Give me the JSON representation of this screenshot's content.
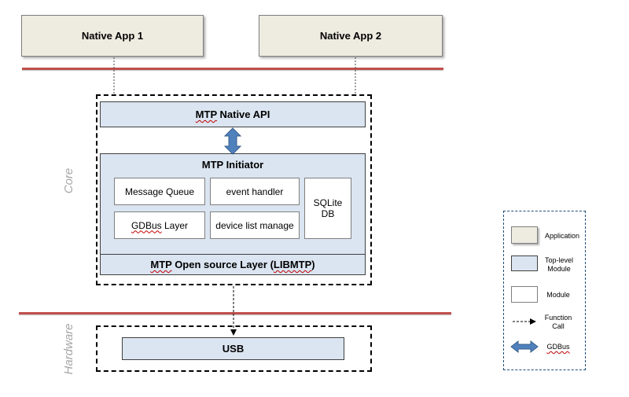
{
  "applications": {
    "app1": "Native App 1",
    "app2": "Native App 2"
  },
  "core": {
    "layer_label": "Core",
    "native_api": {
      "prefix": "MTP",
      "rest": " Native API"
    },
    "initiator": {
      "title": "MTP Initiator",
      "modules": {
        "message_queue": "Message Queue",
        "event_handler": "event handler",
        "gdbus_layer": {
          "prefix": "GDBus",
          "rest": " Layer"
        },
        "device_list": "device list manage",
        "sqlite_db": [
          "SQLite",
          "DB"
        ]
      }
    },
    "open_source_layer": {
      "prefix": "MTP",
      "rest": " Open source Layer (",
      "lib": "LIBMTP",
      "suffix": ")"
    }
  },
  "hardware": {
    "layer_label": "Hardware",
    "usb": "USB"
  },
  "legend": {
    "application": "Application",
    "top_level_module": [
      "Top-level",
      "Module"
    ],
    "module": "Module",
    "function_call": [
      "Function",
      "Call"
    ],
    "gdbus": "GDBus"
  },
  "colors": {
    "application_fill": "#eeece1",
    "top_module_fill": "#dbe5f1",
    "arrow_fill": "#4f81bd",
    "separator": "#c0504d",
    "legend_border": "#1f4e79"
  }
}
